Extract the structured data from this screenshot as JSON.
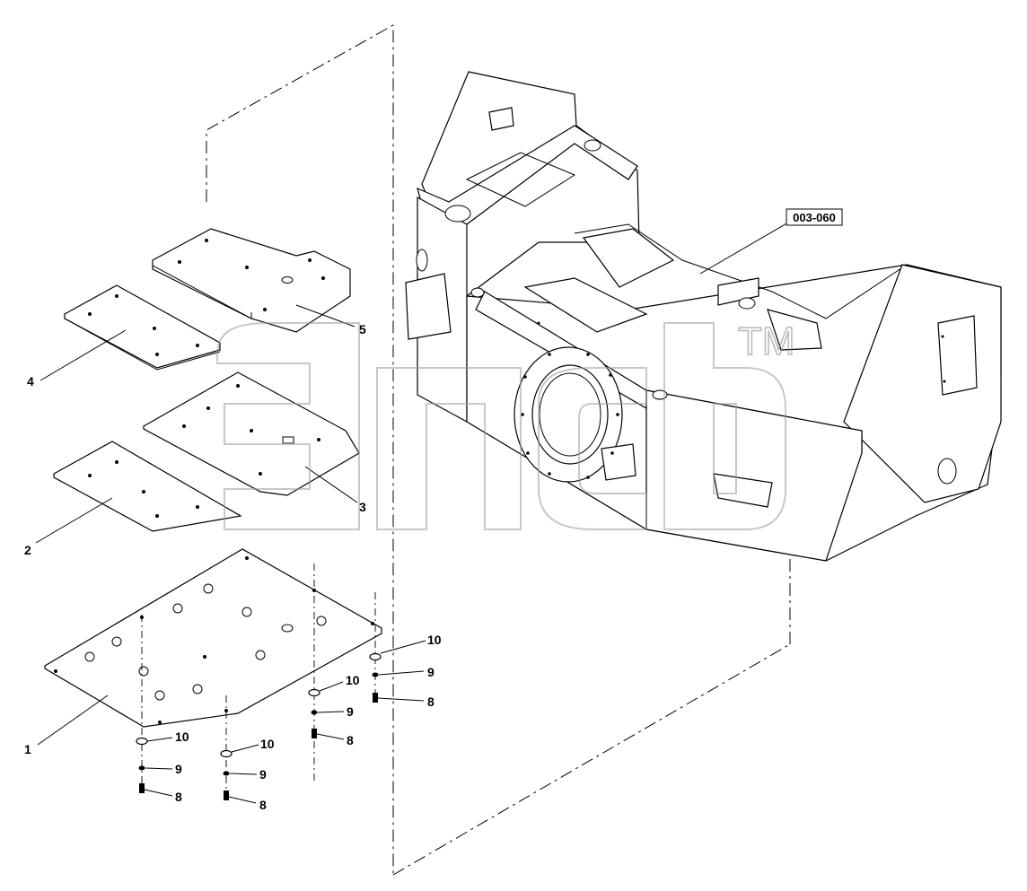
{
  "drawing": {
    "reference_label": "003-060",
    "callouts": {
      "p1": "1",
      "p2": "2",
      "p3": "3",
      "p4": "4",
      "p5": "5",
      "f8": "8",
      "f9": "9",
      "f10": "10"
    },
    "watermark": {
      "symbol": "TM"
    },
    "colors": {
      "line": "#000000",
      "background": "#ffffff",
      "watermark": "#9a9a9a"
    }
  }
}
